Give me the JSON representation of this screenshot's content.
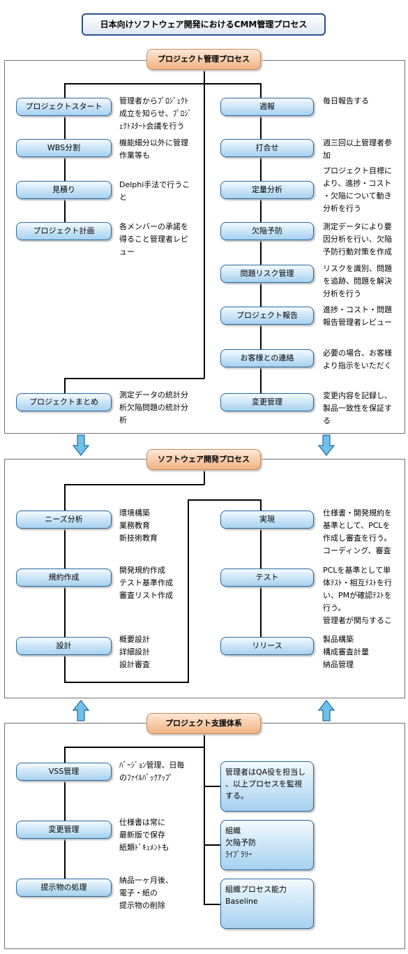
{
  "title": "日本向けソフトウェア開発におけるCMM管理プロセス",
  "sections": [
    {
      "header": "プロジェクト管理プロセス",
      "left": [
        {
          "label": "プロジェクトスタート",
          "desc": [
            "管理者からﾌﾟﾛｼﾞｪｸﾄ",
            "成立を知らせ、ﾌﾟﾛｼﾞ",
            "ｪｸﾄｽﾀｰﾄ会議を行う"
          ]
        },
        {
          "label": "WBS分割",
          "desc": [
            "機能細分以外に管理",
            "作業等も"
          ]
        },
        {
          "label": "見積り",
          "desc": [
            "Delphi手法で行うこ",
            "と"
          ]
        },
        {
          "label": "プロジェクト計画",
          "desc": [
            "各メンバーの承諾を",
            "得ること管理者レビ",
            "ュー"
          ]
        },
        {
          "label": "プロジェクトまとめ",
          "desc": [
            "測定データの統計分",
            "析欠陥問題の統計分",
            "析"
          ]
        }
      ],
      "right": [
        {
          "label": "週報",
          "desc": [
            "毎日報告する"
          ]
        },
        {
          "label": "打合せ",
          "desc": [
            "週三回以上管理者参",
            "加"
          ]
        },
        {
          "label": "定量分析",
          "desc": [
            "プロジェクト目標に",
            "より、進捗・コスト",
            "・欠陥について動き",
            "分析を行う"
          ]
        },
        {
          "label": "欠陥予防",
          "desc": [
            "測定データにより要",
            "因分析を行い、欠陥",
            "予防行動対策を作成"
          ]
        },
        {
          "label": "問題リスク管理",
          "desc": [
            "リスクを識別、問題",
            "を追跡、問題を解決",
            "分析を行う"
          ]
        },
        {
          "label": "プロジェクト報告",
          "desc": [
            "進捗・コスト・問題",
            "報告管理者レビュー"
          ]
        },
        {
          "label": "お客様との連絡",
          "desc": [
            "必要の場合、お客様",
            "より指示をいただく"
          ]
        },
        {
          "label": "変更管理",
          "desc": [
            "変更内容を記録し、",
            "製品一致性を保証す",
            "る"
          ]
        }
      ]
    },
    {
      "header": "ソフトウェア開発プロセス",
      "left": [
        {
          "label": "ニーズ分析",
          "desc": [
            "環境構築",
            "業務教育",
            "新技術教育"
          ]
        },
        {
          "label": "規約作成",
          "desc": [
            "開発規約作成",
            "テスト基準作成",
            "審査リスト作成"
          ]
        },
        {
          "label": "設計",
          "desc": [
            "概要設計",
            "詳細設計",
            "設計審査"
          ]
        }
      ],
      "right": [
        {
          "label": "実現",
          "desc": [
            "仕様書・開発規約を",
            "基準として、PCLを",
            "作成し審査を行う。",
            "コーディング、審査"
          ]
        },
        {
          "label": "テスト",
          "desc": [
            "PCLを基準として単",
            "体ﾃｽﾄ・相互ﾃｽﾄを行",
            "い、PMが確認ﾃｽﾄを",
            "行う。",
            "管理者が関与するこ"
          ]
        },
        {
          "label": "リリース",
          "desc": [
            "製品構築",
            "構成審査計量",
            "納品管理"
          ]
        }
      ]
    },
    {
      "header": "プロジェクト支援体系",
      "left": [
        {
          "label": "VSS管理",
          "desc": [
            "ﾊﾞｰｼﾞｮﾝ管理、日毎",
            "のﾌｧｲﾙﾊﾞｯｸｱｯﾌﾟ"
          ]
        },
        {
          "label": "変更管理",
          "desc": [
            "仕様書は常に",
            "最新版で保存",
            "紙類ﾄﾞｷｭﾒﾝﾄも"
          ]
        },
        {
          "label": "提示物の処理",
          "desc": [
            "納品一ヶ月後、",
            "電子・紙の",
            "提示物の削除"
          ]
        }
      ],
      "right_boxes": [
        {
          "lines": [
            "管理者はQA役を担当し",
            "、以上プロセスを監視",
            "する。"
          ]
        },
        {
          "lines": [
            "組織",
            "欠陥予防",
            "ﾗｲﾌﾞﾗﾘｰ"
          ]
        },
        {
          "lines": [
            "組織プロセス能力",
            "Baseline"
          ]
        }
      ]
    }
  ]
}
